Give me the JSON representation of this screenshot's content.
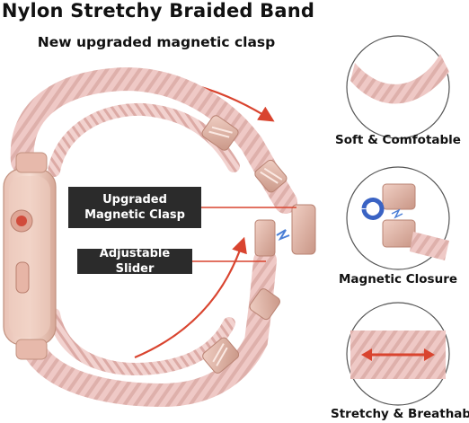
{
  "header": {
    "title": "Nylon Stretchy Braided Band",
    "subtitle": "New upgraded magnetic clasp"
  },
  "callouts": {
    "clasp": "Upgraded  Magnetic Clasp",
    "slider": "Adjustable Slider"
  },
  "features": [
    {
      "label": "Soft & Comfotable",
      "icon": "braided-band-icon"
    },
    {
      "label": "Magnetic Closure",
      "icon": "magnet-icon"
    },
    {
      "label": "Stretchy & Breathable",
      "icon": "stretch-arrows-icon"
    }
  ],
  "colors": {
    "band_pink": "#efc9c6",
    "band_shadow": "#d9a9a4",
    "label_bg": "#2b2b2b",
    "arrow_red": "#d9442f"
  }
}
